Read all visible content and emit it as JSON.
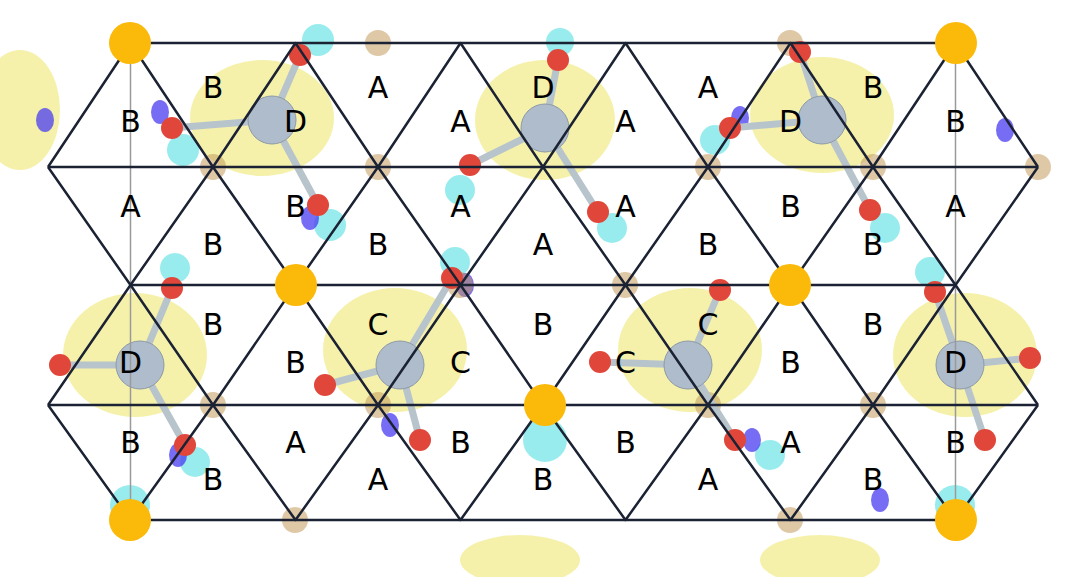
{
  "diagram": {
    "labels": [
      "B",
      "A",
      "D",
      "A",
      "B",
      "B",
      "D",
      "A",
      "A",
      "D",
      "B",
      "A",
      "B",
      "A",
      "A",
      "B",
      "A",
      "B",
      "B",
      "A",
      "B",
      "B",
      "B",
      "C",
      "B",
      "C",
      "B",
      "D",
      "B",
      "C",
      "C",
      "B",
      "D",
      "B",
      "A",
      "B",
      "B",
      "A",
      "B",
      "B",
      "A",
      "B",
      "A",
      "B"
    ]
  }
}
